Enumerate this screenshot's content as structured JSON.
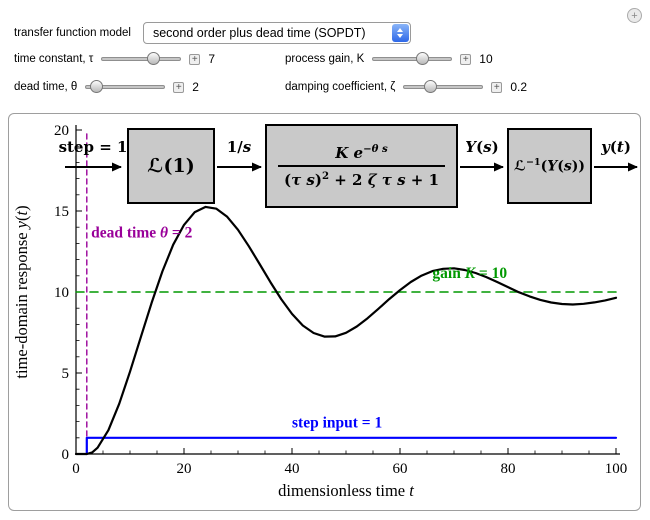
{
  "window": {
    "expand_icon": "+"
  },
  "controls": {
    "plus_icon": "+",
    "model_label": "transfer function model",
    "model_value": "second order plus dead time (SOPDT)",
    "sliders": [
      {
        "label": "time constant, τ",
        "value": "7"
      },
      {
        "label": "process gain, K",
        "value": "10"
      },
      {
        "label": "dead time, θ",
        "value": "2"
      },
      {
        "label": "damping coefficient, ζ",
        "value": "0.2"
      }
    ]
  },
  "diagram": {
    "input_label": [
      {
        "t": "step = 1"
      }
    ],
    "block1": [
      {
        "t": "ℒ(1)"
      }
    ],
    "arrow1": [
      {
        "t": "1/"
      },
      {
        "t": "s",
        "i": true
      }
    ],
    "block2_num": [
      {
        "t": "K",
        "i": true
      },
      {
        "t": " "
      },
      {
        "t": "e",
        "i": true
      },
      {
        "t": "−θ s",
        "i": true,
        "sup": true
      }
    ],
    "block2_den": [
      {
        "t": "("
      },
      {
        "t": "τ s",
        "i": true
      },
      {
        "t": ")"
      },
      {
        "t": "2",
        "sup": true
      },
      {
        "t": " + 2 "
      },
      {
        "t": "ζ τ s",
        "i": true
      },
      {
        "t": " + 1"
      }
    ],
    "arrow2": [
      {
        "t": "Y",
        "i": true
      },
      {
        "t": "("
      },
      {
        "t": "s",
        "i": true
      },
      {
        "t": ")"
      }
    ],
    "block3": [
      {
        "t": "ℒ"
      },
      {
        "t": "−1",
        "sup": true
      },
      {
        "t": "("
      },
      {
        "t": "Y",
        "i": true
      },
      {
        "t": "("
      },
      {
        "t": "s",
        "i": true
      },
      {
        "t": "))"
      }
    ],
    "arrow3": [
      {
        "t": "y",
        "i": true
      },
      {
        "t": "("
      },
      {
        "t": "t",
        "i": true
      },
      {
        "t": ")"
      }
    ]
  },
  "chart_data": {
    "type": "line",
    "title": "",
    "xlabel": "dimensionless time t",
    "ylabel": "time-domain response y(t)",
    "xlabel_segments": [
      {
        "t": "dimensionless time "
      },
      {
        "t": "t",
        "i": true
      }
    ],
    "ylabel_segments": [
      {
        "t": "time-domain response "
      },
      {
        "t": "y",
        "i": true
      },
      {
        "t": "("
      },
      {
        "t": "t",
        "i": true
      },
      {
        "t": ")"
      }
    ],
    "xlim": [
      0,
      100
    ],
    "ylim": [
      0,
      20
    ],
    "xticks": [
      0,
      20,
      40,
      60,
      80,
      100
    ],
    "yticks": [
      0,
      5,
      10,
      15,
      20
    ],
    "x_minor_step": 5,
    "y_minor_step": 1,
    "series": [
      {
        "name": "dead-time-line",
        "color": "#990099",
        "width": 1.4,
        "dash": "5 4",
        "x": [
          2,
          2
        ],
        "y": [
          0,
          20
        ]
      },
      {
        "name": "gain-level-line",
        "color": "#009900",
        "width": 1.6,
        "dash": "8 6",
        "x": [
          0,
          100
        ],
        "y": [
          10,
          10
        ]
      },
      {
        "name": "step-input",
        "color": "#0000ff",
        "width": 2.2,
        "x": [
          2,
          2,
          100
        ],
        "y": [
          0,
          1,
          1
        ]
      },
      {
        "name": "response",
        "color": "#000000",
        "width": 2.2,
        "x": [
          0,
          2,
          3,
          4,
          6,
          8,
          10,
          12,
          14,
          16,
          18,
          20,
          22,
          24,
          26,
          28,
          30,
          32,
          34,
          36,
          38,
          40,
          42,
          44,
          46,
          48,
          50,
          52,
          54,
          56,
          58,
          60,
          62,
          64,
          66,
          68,
          70,
          72,
          74,
          76,
          78,
          80,
          82,
          84,
          86,
          88,
          90,
          92,
          94,
          96,
          98,
          100
        ],
        "y": [
          0,
          0,
          0.1,
          0.39,
          1.47,
          3.1,
          5.08,
          7.21,
          9.33,
          11.27,
          12.92,
          14.14,
          14.93,
          15.25,
          15.14,
          14.64,
          13.84,
          12.83,
          11.73,
          10.61,
          9.56,
          8.65,
          7.93,
          7.47,
          7.25,
          7.26,
          7.48,
          7.87,
          8.38,
          8.96,
          9.56,
          10.12,
          10.62,
          11.01,
          11.29,
          11.43,
          11.46,
          11.36,
          11.17,
          10.92,
          10.62,
          10.3,
          9.99,
          9.73,
          9.51,
          9.35,
          9.26,
          9.23,
          9.27,
          9.36,
          9.48,
          9.64
        ]
      }
    ],
    "annotations": [
      {
        "segments": [
          {
            "t": "dead time "
          },
          {
            "t": "θ",
            "i": true
          },
          {
            "t": " = 2"
          }
        ],
        "x": 2.8,
        "y": 13.35,
        "color": "#990099"
      },
      {
        "segments": [
          {
            "t": "gain "
          },
          {
            "t": "K",
            "i": true
          },
          {
            "t": " = 10"
          }
        ],
        "x": 66,
        "y": 10.85,
        "color": "#009900"
      },
      {
        "segments": [
          {
            "t": "step input = 1"
          }
        ],
        "x": 40,
        "y": 1.65,
        "color": "#0000ff"
      }
    ]
  }
}
